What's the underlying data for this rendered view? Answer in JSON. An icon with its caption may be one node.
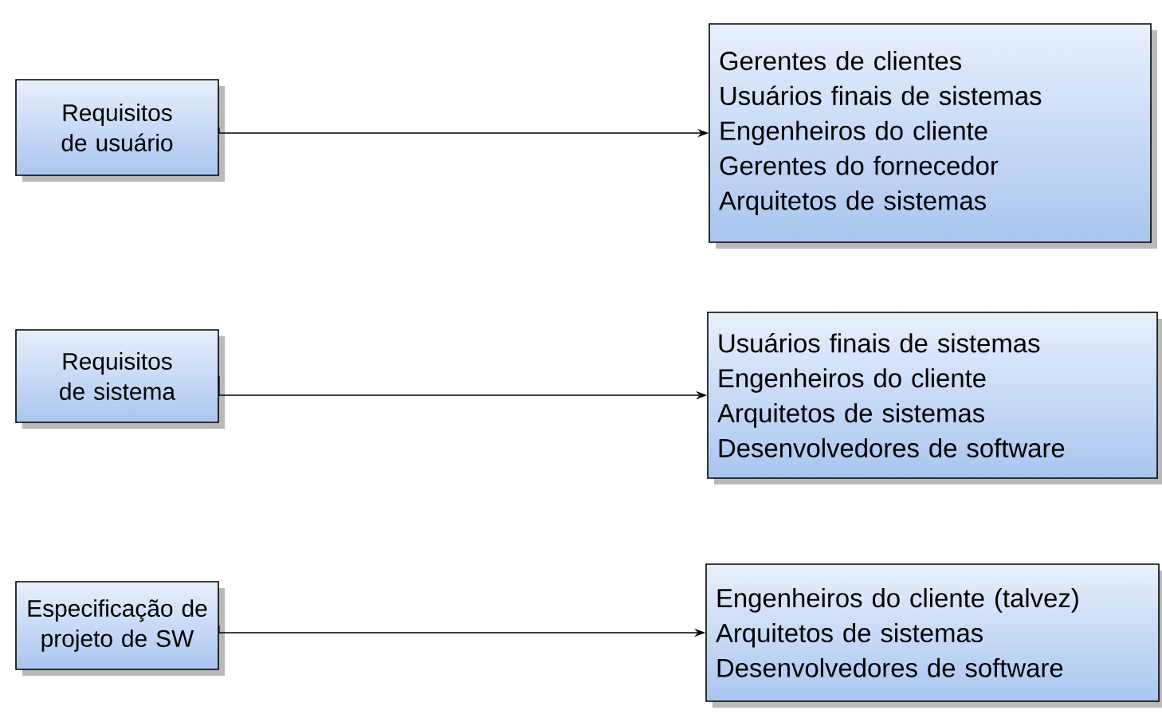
{
  "diagram": {
    "nodes": [
      {
        "text": [
          "Requisitos de usuário"
        ]
      },
      {
        "text": [
          "Gerentes de clientes",
          "Usuários finais de sistemas",
          "Engenheiros do cliente",
          "Gerentes do fornecedor",
          "Arquitetos de sistemas"
        ]
      },
      {
        "text": [
          "Requisitos de sistema"
        ]
      },
      {
        "text": [
          "Usuários finais de sistemas",
          "Engenheiros do cliente",
          "Arquitetos de sistemas",
          "Desenvolvedores de software"
        ]
      },
      {
        "text": [
          "Especificação de projeto de SW"
        ]
      },
      {
        "text": [
          "Engenheiros do cliente (talvez)",
          "Arquitetos de sistemas",
          "Desenvolvedores de software"
        ]
      }
    ],
    "edges": [
      {
        "from": 0,
        "to": 1,
        "arrow": "to"
      },
      {
        "from": 2,
        "to": 3,
        "arrow": "to"
      },
      {
        "from": 4,
        "to": 5,
        "arrow": "to"
      }
    ]
  }
}
